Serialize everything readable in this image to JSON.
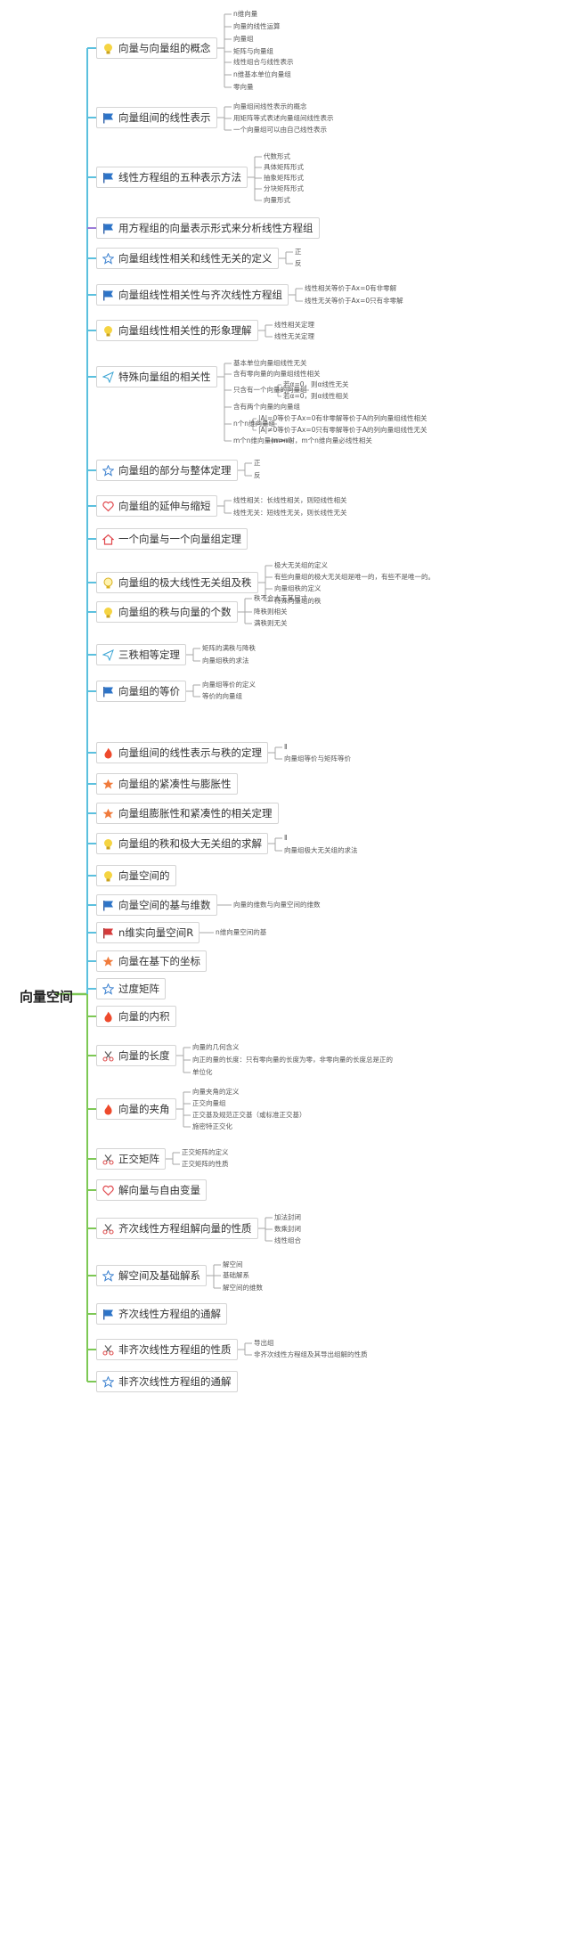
{
  "root": "向量空间",
  "topics": [
    {
      "title": "向量与向量组的概念",
      "icon": "lightbulb-icon",
      "children": [
        "n维向量",
        "向量的线性运算",
        "向量组",
        "矩阵与向量组",
        "线性组合与线性表示",
        "n维基本单位向量组",
        "零向量"
      ]
    },
    {
      "title": "向量组间的线性表示",
      "icon": "flag-icon",
      "children": [
        "向量组间线性表示的概念",
        "用矩阵等式表述向量组间线性表示",
        "一个向量组可以由自己线性表示"
      ]
    },
    {
      "title": "线性方程组的五种表示方法",
      "icon": "flag-icon",
      "children": [
        "代数形式",
        "具体矩阵形式",
        "抽象矩阵形式",
        "分块矩阵形式",
        "向量形式"
      ]
    },
    {
      "title": "用方程组的向量表示形式来分析线性方程组",
      "icon": "flag-icon",
      "children": []
    },
    {
      "title": "向量组线性相关和线性无关的定义",
      "icon": "star-outline-icon",
      "children": [
        "正",
        "反"
      ]
    },
    {
      "title": "向量组线性相关性与齐次线性方程组",
      "icon": "flag-icon",
      "children": [
        "线性相关等价于Ax=0有非零解",
        "线性无关等价于Ax=0只有非零解"
      ]
    },
    {
      "title": "向量组线性相关性的形象理解",
      "icon": "lightbulb-icon",
      "children": [
        "线性相关定理",
        "线性无关定理"
      ]
    },
    {
      "title": "特殊向量组的相关性",
      "icon": "paper-plane-icon",
      "children": [
        "基本单位向量组线性无关",
        "含有零向量的向量组线性相关",
        "只含有一个向量的向量组",
        "含有两个向量的向量组",
        "n个n维向量组",
        "m个n维向量(m>n)"
      ],
      "sub": {
        "只含有一个向量的向量组": [
          "若α=0，则α线性无关",
          "若α=0，则α线性相关"
        ],
        "n个n维向量组": [
          "|A|=0等价于Ax=0有非零解等价于A的列向量组线性相关",
          "|A|≠0等价于Ax=0只有零解等价于A的列向量组线性无关"
        ],
        "m个n维向量(m>n)": [
          "m>n时，m个n维向量必线性相关"
        ]
      }
    },
    {
      "title": "向量组的部分与整体定理",
      "icon": "star-outline-icon",
      "children": [
        "正",
        "反"
      ]
    },
    {
      "title": "向量组的延伸与缩短",
      "icon": "heart-icon",
      "children": [
        "线性相关：长线性相关，则短线性相关",
        "线性无关：短线性无关，则长线性无关"
      ]
    },
    {
      "title": "一个向量与一个向量组定理",
      "icon": "house-icon",
      "children": []
    },
    {
      "title": "向量组的极大线性无关组及秩",
      "icon": "bulb-outline-icon",
      "children": [
        "极大无关组的定义",
        "有些向量组的极大无关组是唯一的，有些不是唯一的。",
        "向量组秩的定义",
        "特殊向量组的秩"
      ]
    },
    {
      "title": "向量组的秩与向量的个数",
      "icon": "lightbulb-icon",
      "children": [
        "秩不会大于其尺寸",
        "降秩则相关",
        "满秩则无关"
      ]
    },
    {
      "title": "三秩相等定理",
      "icon": "paper-plane-icon",
      "children": [
        "矩阵的满秩与降秩",
        "向量组秩的求法"
      ]
    },
    {
      "title": "向量组的等价",
      "icon": "flag-icon",
      "children": [
        "向量组等价的定义",
        "等价的向量组"
      ]
    },
    {
      "title": "向量组间的线性表示与秩的定理",
      "icon": "flame-icon",
      "children": [
        "Ⅱ",
        "向量组等价与矩阵等价"
      ]
    },
    {
      "title": "向量组的紧凑性与膨胀性",
      "icon": "star-icon",
      "children": []
    },
    {
      "title": "向量组膨胀性和紧凑性的相关定理",
      "icon": "star-icon",
      "children": []
    },
    {
      "title": "向量组的秩和极大无关组的求解",
      "icon": "lightbulb-icon",
      "children": [
        "Ⅱ",
        "向量组极大无关组的求法"
      ]
    },
    {
      "title": "向量空间的",
      "icon": "lightbulb-icon",
      "children": []
    },
    {
      "title": "向量空间的基与维数",
      "icon": "flag-icon",
      "children": [
        "向量的维数与向量空间的维数"
      ]
    },
    {
      "title": "n维实向量空间R",
      "icon": "red-flag-icon",
      "children": [
        "n维向量空间的基"
      ]
    },
    {
      "title": "向量在基下的坐标",
      "icon": "star-icon",
      "children": []
    },
    {
      "title": "过度矩阵",
      "icon": "star-outline-icon",
      "children": []
    },
    {
      "title": "向量的内积",
      "icon": "flame-icon",
      "children": []
    },
    {
      "title": "向量的长度",
      "icon": "scissors-icon",
      "children": [
        "向量的几何含义",
        "向正的量的长度：只有零向量的长度为零，非零向量的长度总是正的",
        "单位化"
      ]
    },
    {
      "title": "向量的夹角",
      "icon": "flame-icon",
      "children": [
        "向量夹角的定义",
        "正交向量组",
        "正交基及规范正交基（或标准正交基）",
        "施密特正交化"
      ]
    },
    {
      "title": "正交矩阵",
      "icon": "scissors-icon",
      "children": [
        "正交矩阵的定义",
        "正交矩阵的性质"
      ]
    },
    {
      "title": "解向量与自由变量",
      "icon": "heart-icon",
      "children": []
    },
    {
      "title": "齐次线性方程组解向量的性质",
      "icon": "scissors-icon",
      "children": [
        "加法封闭",
        "数乘封闭",
        "线性组合"
      ]
    },
    {
      "title": "解空间及基础解系",
      "icon": "star-outline-icon",
      "children": [
        "解空间",
        "基础解系",
        "解空间的维数"
      ]
    },
    {
      "title": "齐次线性方程组的通解",
      "icon": "flag-icon",
      "children": []
    },
    {
      "title": "非齐次线性方程组的性质",
      "icon": "scissors-icon",
      "children": [
        "导出组",
        "非齐次线性方程组及其导出组解的性质"
      ]
    },
    {
      "title": "非齐次线性方程组的通解",
      "icon": "star-outline-icon",
      "children": []
    }
  ],
  "colors": {
    "trunk_upper": "#5bc0de",
    "trunk_lower": "#7dc855",
    "node_border": "#d4d4d4",
    "text": "#333333"
  }
}
